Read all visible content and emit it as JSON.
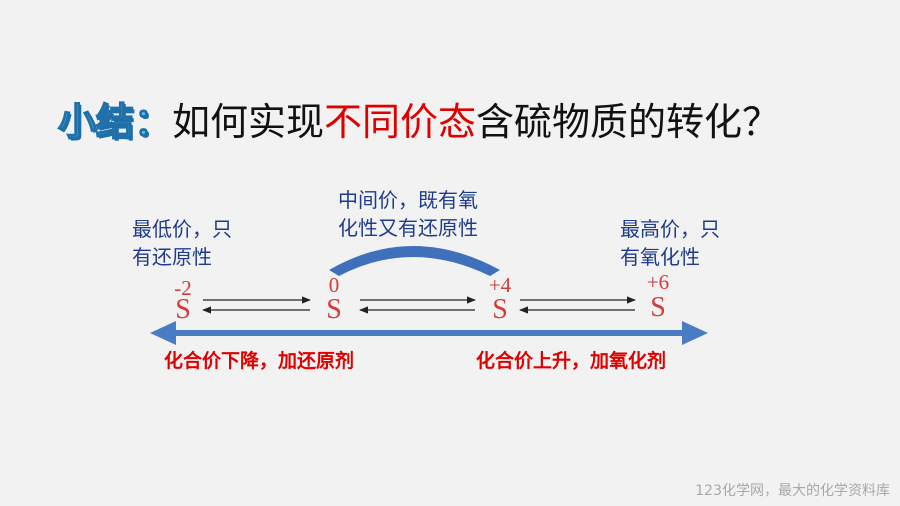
{
  "title": {
    "badge": "小结：",
    "before": "如何实现",
    "highlight": "不同价态",
    "after": "含硫物质的转化？"
  },
  "notes": {
    "lowest": [
      "最低价，只",
      "有还原性"
    ],
    "middle": [
      "中间价，既有氧",
      "化性又有还原性"
    ],
    "highest": [
      "最高价，只",
      "有氧化性"
    ]
  },
  "states": [
    {
      "valence": "-2",
      "symbol": "S"
    },
    {
      "valence": "0",
      "symbol": "S"
    },
    {
      "valence": "+4",
      "symbol": "S"
    },
    {
      "valence": "+6",
      "symbol": "S"
    }
  ],
  "rules": {
    "decrease": "化合价下降，加还原剂",
    "increase": "化合价上升，加氧化剂"
  },
  "footer": "123化学网，最大的化学资料库",
  "colors": {
    "axis": "#4a7cc4",
    "arc": "#3f70bc",
    "state": "#d43b3b",
    "highlight": "#e00000",
    "note": "#1f3c8c"
  }
}
